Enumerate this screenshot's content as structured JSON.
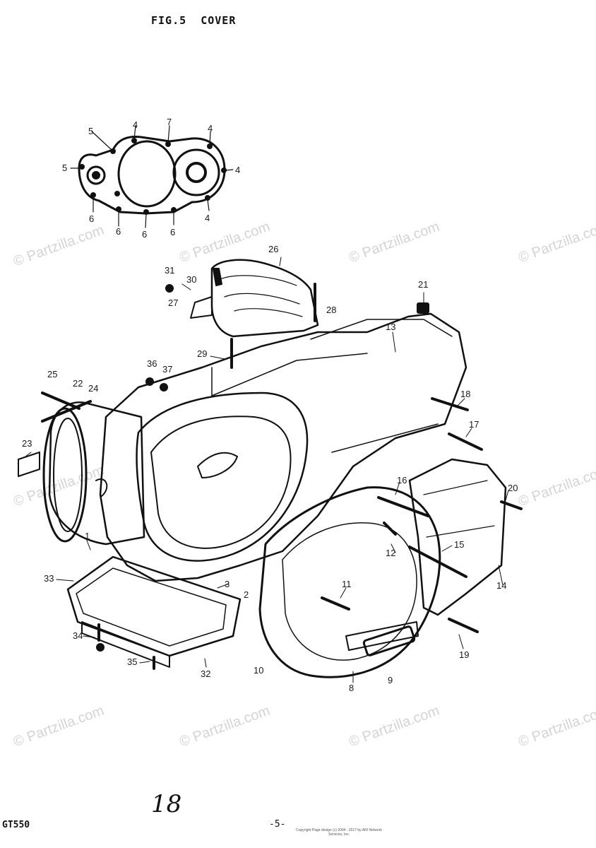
{
  "figure": {
    "title": "FIG.5  COVER"
  },
  "footer": {
    "model": "GT550",
    "page_number": "-5-",
    "handwritten_note": "18",
    "copyright": "Copyright\nPage design (c) 2004 - 2017 by ARI Network Services, Inc."
  },
  "watermark": {
    "text": "© Partzilla.com"
  },
  "callouts": {
    "c1": "1",
    "c2": "2",
    "c3": "3",
    "c4a": "4",
    "c4b": "4",
    "c4c": "4",
    "c4d": "4",
    "c5a": "5",
    "c5b": "5",
    "c6a": "6",
    "c6b": "6",
    "c6c": "6",
    "c6d": "6",
    "c7": "7",
    "c8": "8",
    "c9": "9",
    "c10": "10",
    "c11": "11",
    "c12": "12",
    "c13": "13",
    "c14": "14",
    "c15": "15",
    "c16": "16",
    "c17": "17",
    "c18": "18",
    "c19": "19",
    "c20": "20",
    "c21": "21",
    "c22": "22",
    "c23": "23",
    "c24": "24",
    "c25": "25",
    "c26": "26",
    "c27": "27",
    "c28": "28",
    "c29": "29",
    "c30": "30",
    "c31": "31",
    "c32": "32",
    "c33": "33",
    "c34": "34",
    "c35": "35",
    "c36": "36",
    "c37": "37"
  }
}
